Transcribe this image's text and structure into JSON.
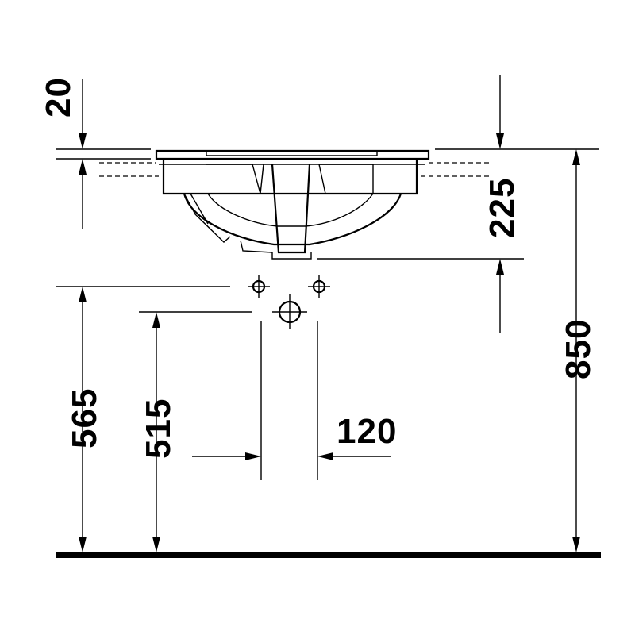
{
  "dimensions": {
    "top_offset": "20",
    "basin_depth": "225",
    "total_height": "850",
    "tap_hole_height": "565",
    "waste_height": "515",
    "tap_spacing": "120"
  }
}
